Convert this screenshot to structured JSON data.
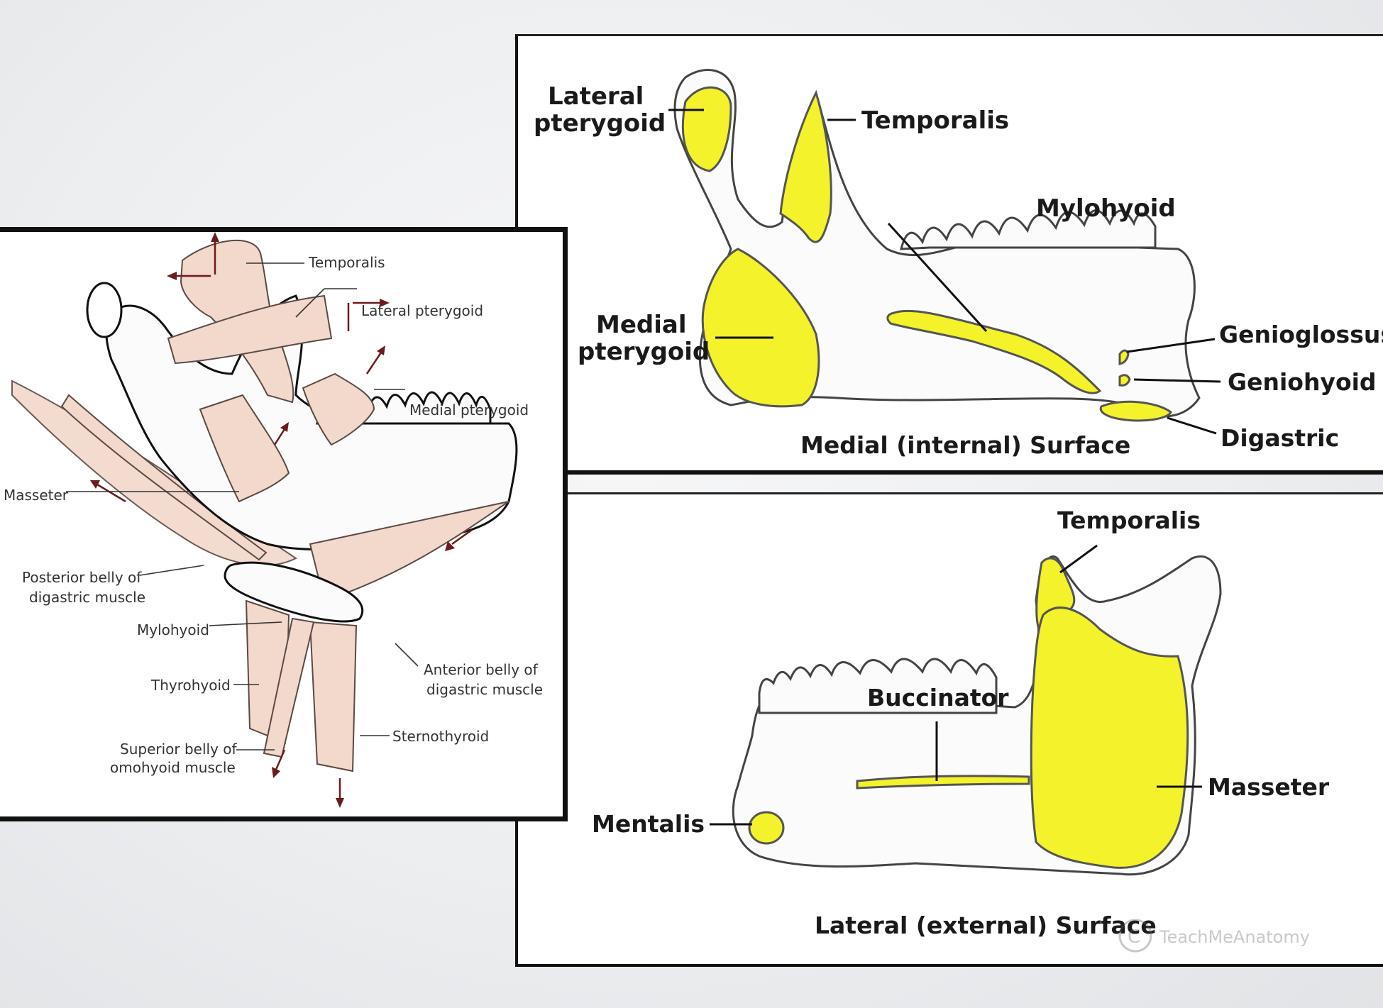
{
  "medial_panel": {
    "caption": "Medial (internal) Surface",
    "labels": {
      "lateral_pterygoid_1": "Lateral",
      "lateral_pterygoid_2": "pterygoid",
      "temporalis": "Temporalis",
      "mylohyoid": "Mylohyoid",
      "medial_pterygoid_1": "Medial",
      "medial_pterygoid_2": "pterygoid",
      "genioglossus": "Genioglossus",
      "geniohyoid": "Geniohyoid",
      "digastric": "Digastric"
    }
  },
  "lateral_panel": {
    "caption": "Lateral (external) Surface",
    "labels": {
      "temporalis": "Temporalis",
      "buccinator": "Buccinator",
      "masseter": "Masseter",
      "mentalis": "Mentalis"
    },
    "watermark": "TeachMeAnatomy"
  },
  "left_panel": {
    "labels": {
      "temporalis": "Temporalis",
      "lateral_pterygoid": "Lateral pterygoid",
      "medial_pterygoid": "Medial pterygoid",
      "masseter": "Masseter",
      "posterior_belly_1": "Posterior belly of",
      "posterior_belly_2": "digastric muscle",
      "mylohyoid": "Mylohyoid",
      "anterior_belly_1": "Anterior belly of",
      "anterior_belly_2": "digastric muscle",
      "thyrohyoid": "Thyrohyoid",
      "sternothyroid": "Sternothyroid",
      "superior_belly_1": "Superior belly of",
      "superior_belly_2": "omohyoid muscle"
    }
  },
  "colors": {
    "muscle_highlight": "#f4f22a",
    "muscle_pink": "#f3d8cc",
    "arrow": "#6b1b1b"
  }
}
